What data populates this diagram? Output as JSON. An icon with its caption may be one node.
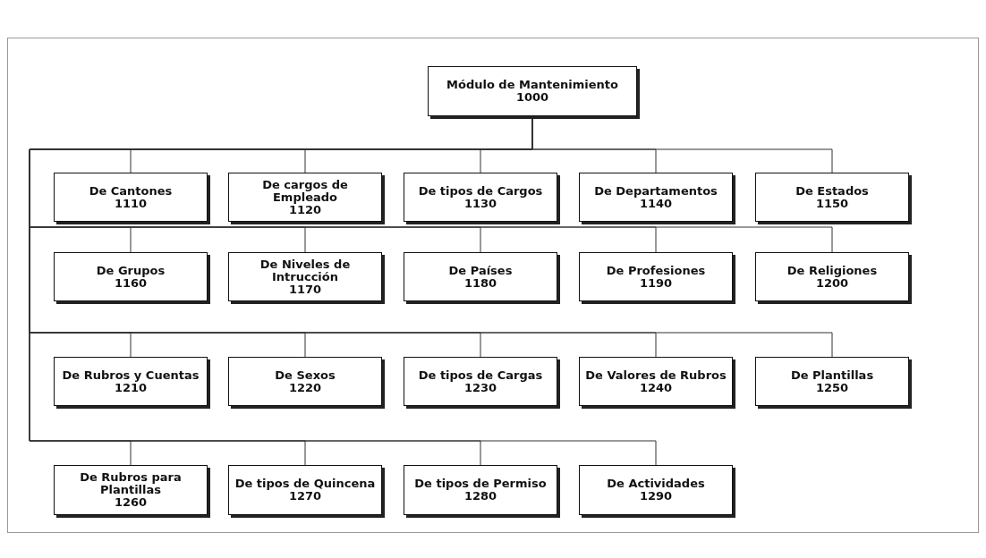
{
  "diagram": {
    "nodes": [
      {
        "text": [
          "Módulo de Mantenimiento",
          "1000"
        ]
      },
      {
        "text": [
          "De Cantones",
          "1110"
        ]
      },
      {
        "text": [
          "De cargos de Empleado",
          "1120"
        ]
      },
      {
        "text": [
          "De tipos de Cargos",
          "1130"
        ]
      },
      {
        "text": [
          "De Departamentos",
          "1140"
        ]
      },
      {
        "text": [
          "De Estados",
          "1150"
        ]
      },
      {
        "text": [
          "De Grupos",
          "1160"
        ]
      },
      {
        "text": [
          "De Niveles de Intrucción",
          "1170"
        ]
      },
      {
        "text": [
          "De Países",
          "1180"
        ]
      },
      {
        "text": [
          "De Profesiones",
          "1190"
        ]
      },
      {
        "text": [
          "De Religiones",
          "1200"
        ]
      },
      {
        "text": [
          "De Rubros y Cuentas",
          "1210"
        ]
      },
      {
        "text": [
          "De Sexos",
          "1220"
        ]
      },
      {
        "text": [
          "De tipos de Cargas",
          "1230"
        ]
      },
      {
        "text": [
          "De Valores de Rubros",
          "1240"
        ]
      },
      {
        "text": [
          "De Plantillas",
          "1250"
        ]
      },
      {
        "text": [
          "De Rubros para Plantillas",
          "1260"
        ]
      },
      {
        "text": [
          "De tipos de Quincena",
          "1270"
        ]
      },
      {
        "text": [
          "De tipos de Permiso",
          "1280"
        ]
      },
      {
        "text": [
          "De Actividades",
          "1290"
        ]
      }
    ],
    "edges": [
      {
        "from": 0,
        "to": 1,
        "arrow": "none"
      },
      {
        "from": 0,
        "to": 2,
        "arrow": "none"
      },
      {
        "from": 0,
        "to": 3,
        "arrow": "none"
      },
      {
        "from": 0,
        "to": 4,
        "arrow": "none"
      },
      {
        "from": 0,
        "to": 5,
        "arrow": "none"
      },
      {
        "from": 0,
        "to": 6,
        "arrow": "none"
      },
      {
        "from": 0,
        "to": 7,
        "arrow": "none"
      },
      {
        "from": 0,
        "to": 8,
        "arrow": "none"
      },
      {
        "from": 0,
        "to": 9,
        "arrow": "none"
      },
      {
        "from": 0,
        "to": 10,
        "arrow": "none"
      },
      {
        "from": 0,
        "to": 11,
        "arrow": "none"
      },
      {
        "from": 0,
        "to": 12,
        "arrow": "none"
      },
      {
        "from": 0,
        "to": 13,
        "arrow": "none"
      },
      {
        "from": 0,
        "to": 14,
        "arrow": "none"
      },
      {
        "from": 0,
        "to": 15,
        "arrow": "none"
      },
      {
        "from": 0,
        "to": 16,
        "arrow": "none"
      },
      {
        "from": 0,
        "to": 17,
        "arrow": "none"
      },
      {
        "from": 0,
        "to": 18,
        "arrow": "none"
      },
      {
        "from": 0,
        "to": 19,
        "arrow": "none"
      }
    ]
  }
}
